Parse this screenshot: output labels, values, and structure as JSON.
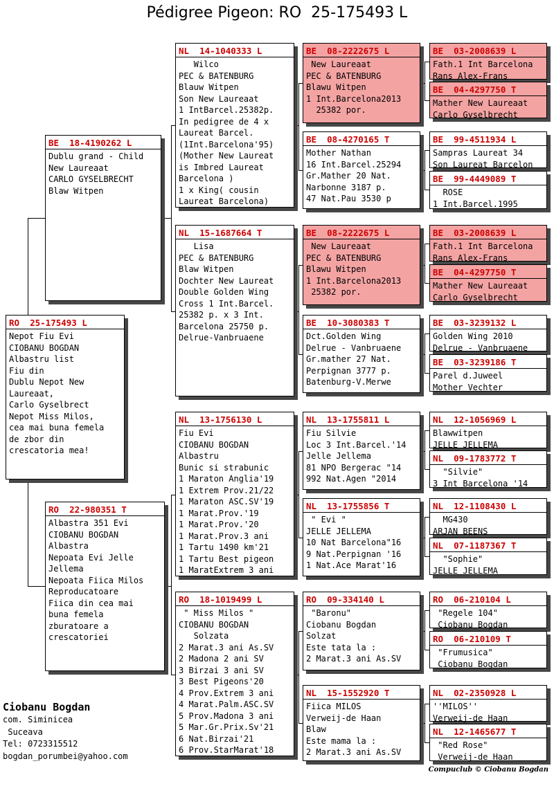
{
  "title": "Pédigree Pigeon: RO  25-175493 L",
  "subject": {
    "id": "RO  25-175493 L",
    "body": "Nepot Fiu Evi\nCIOBANU BOGDAN\nAlbastru list\nFiu din\nDublu Nepot New\nLaureaat,\nCarlo Gyselbrect\nNepot Miss Milos,\ncea mai buna femela\nde zbor din\ncrescatoria mea!"
  },
  "gen1": [
    {
      "id": "BE  18-4190262 L",
      "body": "Dublu grand - Child\nNew Laureaat\nCARLO GYSELBRECHT\nBlaw Witpen"
    },
    {
      "id": "RO  22-980351 T",
      "body": "Albastra 351 Evi\nCIOBANU BOGDAN\nAlbastra\nNepoata Evi Jelle\nJellema\nNepoata Fiica Milos\nReproducatoare\nFiica din cea mai\nbuna femela\nzburatoare a\ncrescatoriei"
    }
  ],
  "gen2": [
    {
      "id": "NL  14-1040333 L",
      "body": "   Wilco\nPEC & BATENBURG\nBlauw Witpen\nSon New Laureaat\n1 IntBarcel.25382p.\nIn pedigree de 4 x\nLaureat Barcel.\n(1Int.Barcelona'95)\n(Mother New Laureat\nis Imbred Laureat\nBarcelona )\n1 x King( cousin\nLaureat Barcelona)"
    },
    {
      "id": "NL  15-1687664 T",
      "body": "   Lisa\nPEC & BATENBURG\nBlaw Witpen\nDochter New Laureat\nDouble Golden Wing\nCross 1 Int.Barcel.\n25382 p. x 3 Int.\nBarcelona 25750 p.\nDelrue-Vanbruaene"
    },
    {
      "id": "NL  13-1756130 L",
      "body": "Fiu Evi\nCIOBANU BOGDAN\nAlbastru\nBunic si strabunic\n1 Maraton Anglia'19\n1 Extrem Prov.21/22\n1 Maraton ASC.SV'19\n1 Marat.Prov.'19\n1 Marat.Prov.'20\n1 Marat.Prov.3 ani\n1 Tartu 1490 km'21\n1 Tartu Best pigeon\n1 MaratExtrem 3 ani"
    },
    {
      "id": "RO  18-1019499 L",
      "body": " \" Miss Milos \"\nCIOBANU BOGDAN\n   Solzata\n2 Marat.3 ani As.SV\n2 Madona 2 ani SV\n3 Birzai 3 ani SV\n3 Best Pigeons'20\n4 Prov.Extrem 3 ani\n4 Marat.Palm.ASC.SV\n5 Prov.Madona 3 ani\n5 Mar.Gr.Prix.Sv'21\n6 Nat.Birzai'21\n6 Prov.StarMarat'18"
    }
  ],
  "gen3": [
    {
      "id": "BE  08-2222675 L",
      "hl": true,
      "body": " New Laureaat\nPEC & BATENBURG\nBlawu Witpen\n1 Int.Barcelona2013\n  25382 por."
    },
    {
      "id": "BE  08-4270165 T",
      "hl": false,
      "body": "Mother Nathan\n16 Int.Barcel.25294\nGr.Mather 20 Nat.\nNarbonne 3187 p.\n47 Nat.Pau 3530 p"
    },
    {
      "id": "BE  08-2222675 L",
      "hl": true,
      "body": " New Laureaat\nPEC & BATENBURG\nBlawu Witpen\n1 Int.Barcelona2013\n 25382 por."
    },
    {
      "id": "BE  10-3080383 T",
      "hl": false,
      "body": "Dct.Golden Wing\nDelrue - Vanbruaene\nGr.mather 27 Nat.\nPerpignan 3777 p.\nBatenburg-V.Merwe"
    },
    {
      "id": "NL  13-1755811 L",
      "hl": false,
      "body": "Fiu Silvie\nLoc 3 Int.Barcel.'14\nJelle Jellema\n81 NPO Bergerac \"14\n992 Nat.Agen \"2014"
    },
    {
      "id": "NL  13-1755856 T",
      "hl": false,
      "body": " \" Evi \"\nJELLE JELLEMA\n10 Nat Barcelona\"16\n9 Nat.Perpignan '16\n1 Nat.Ace Marat'16"
    },
    {
      "id": "RO  09-334140 L",
      "hl": false,
      "body": " \"Baronu\"\nCiobanu Bogdan\nSolzat\nEste tata la :\n2 Marat.3 ani As.SV"
    },
    {
      "id": "NL  15-1552920 T",
      "hl": false,
      "body": "Fiica MILOS\nVerweij-de Haan\nBlaw\nEste mama la :\n2 Marat.3 ani As.SV"
    }
  ],
  "gen4": [
    {
      "id": "BE  03-2008639 L",
      "hl": true,
      "body": "Fath.1 Int Barcelona\nRans Alex-Frans"
    },
    {
      "id": "BE  04-4297750 T",
      "hl": true,
      "body": "Mather New Laureaat\nCarlo Gyselbrecht"
    },
    {
      "id": "BE  99-4511934 L",
      "hl": false,
      "body": "Sampras Laureat 34\nSon Laureat Barcelon"
    },
    {
      "id": "BE  99-4449089 T",
      "hl": false,
      "body": "  ROSE\n1 Int.Barcel.1995"
    },
    {
      "id": "BE  03-2008639 L",
      "hl": true,
      "body": "Fath.1 Int Barcelona\nRans Alex-Frans"
    },
    {
      "id": "BE  04-4297750 T",
      "hl": true,
      "body": "Mather New Laureaat\nCarlo Gyselbrecht"
    },
    {
      "id": "BE  03-3239132 L",
      "hl": false,
      "body": "Golden Wing 2010\nDelrue - Vanbruaene"
    },
    {
      "id": "BE  03-3239186 T",
      "hl": false,
      "body": "Parel d.Juweel\nMother Vechter"
    },
    {
      "id": "NL  12-1056969 L",
      "hl": false,
      "body": "Blawwitpen\nJELLE JELLEMA"
    },
    {
      "id": "NL  09-1783772 T",
      "hl": false,
      "body": "  \"Silvie\"\n3 Int Barcelona '14"
    },
    {
      "id": "NL  12-1108430 L",
      "hl": false,
      "body": "  MG430\nARJAN BEENS"
    },
    {
      "id": "NL  07-1187367 T",
      "hl": false,
      "body": "  \"Sophie\"\nJELLE JELLEMA"
    },
    {
      "id": "RO  06-210104 L",
      "hl": false,
      "body": " \"Regele 104\"\n Ciobanu Bogdan"
    },
    {
      "id": "RO  06-210109 T",
      "hl": false,
      "body": " \"Frumusica\"\n Ciobanu Bogdan"
    },
    {
      "id": "NL  02-2350928 L",
      "hl": false,
      "body": "''MILOS''\nVerweij-de Haan"
    },
    {
      "id": "NL  12-1465677 T",
      "hl": false,
      "body": " \"Red Rose\"\n Verweij-de Haan"
    }
  ],
  "contact": {
    "name": "Ciobanu Bogdan",
    "line1": "com. Siminicea",
    "line2": " Suceava",
    "line3": "Tel: 0723315512",
    "email": "bogdan_porumbei@yahoo.com"
  },
  "footer": "Compuclub © Ciobanu Bogdan",
  "colors": {
    "ring_number_red": "#cc0000",
    "highlight_pink": "#f4a3a3",
    "shadow_gray": "#474747"
  }
}
